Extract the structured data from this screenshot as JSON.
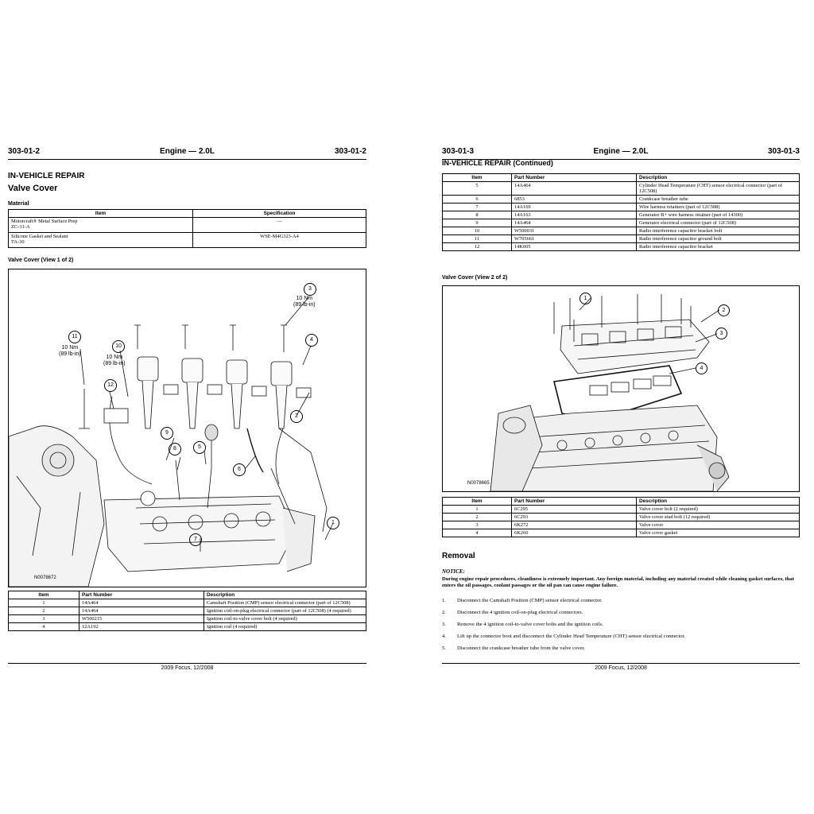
{
  "left_page": {
    "header": {
      "left": "303-01-2",
      "center": "Engine — 2.0L",
      "right": "303-01-2"
    },
    "section": "IN-VEHICLE REPAIR",
    "title": "Valve Cover",
    "material_caption": "Material",
    "material_table": {
      "columns": [
        "Item",
        "Specification"
      ],
      "rows": [
        {
          "item_line1": "Motorcraft® Metal Surface Prep",
          "item_line2": "ZC-31-A",
          "spec": "—"
        },
        {
          "item_line1": "Silicone Gasket and Sealant",
          "item_line2": "TA-30",
          "spec": "WSE-M4G323-A4"
        }
      ]
    },
    "figure_caption": "Valve Cover (View 1 of 2)",
    "figure": {
      "id": "N0078672",
      "callouts": [
        "1",
        "2",
        "3",
        "4",
        "5",
        "6",
        "7",
        "8",
        "9",
        "10",
        "11",
        "12"
      ],
      "torque_3": [
        "10 Nm",
        "(89 lb-in)"
      ],
      "torque_10": [
        "10 Nm",
        "(89 lb-in)"
      ],
      "torque_11": [
        "10 Nm",
        "(89 lb-in)"
      ]
    },
    "parts_table": {
      "columns": [
        "Item",
        "Part Number",
        "Description"
      ],
      "rows": [
        {
          "item": "1",
          "part": "14A464",
          "desc": "Camshaft Position (CMP) sensor electrical connector (part of 12C508)"
        },
        {
          "item": "2",
          "part": "14A464",
          "desc": "Ignition coil-on-plug electrical connector (part of 12C508) (4 required)"
        },
        {
          "item": "3",
          "part": "W500215",
          "desc": "Ignition coil-to-valve cover bolt (4 required)"
        },
        {
          "item": "4",
          "part": "12A192",
          "desc": "Ignition coil (4 required)"
        }
      ]
    },
    "footer": "2009 Focus, 12/2008"
  },
  "right_page": {
    "header": {
      "left": "303-01-3",
      "center": "Engine — 2.0L",
      "right": "303-01-3"
    },
    "section": "IN-VEHICLE REPAIR (Continued)",
    "parts_table_1": {
      "columns": [
        "Item",
        "Part Number",
        "Description"
      ],
      "rows": [
        {
          "item": "5",
          "part": "14A464",
          "desc": "Cylinder Head Temperature (CHT) sensor electrical connector (part of 12C508)"
        },
        {
          "item": "6",
          "part": "6853",
          "desc": "Crankcase breather tube"
        },
        {
          "item": "7",
          "part": "14A169",
          "desc": "Wire harness retainers (part of 12C508)"
        },
        {
          "item": "8",
          "part": "14A163",
          "desc": "Generator B+ wire harness retainer (part of 14300)"
        },
        {
          "item": "9",
          "part": "14A464",
          "desc": "Generator electrical connector (part of 12C508)"
        },
        {
          "item": "10",
          "part": "W500031",
          "desc": "Radio interference capacitor bracket bolt"
        },
        {
          "item": "11",
          "part": "W705661",
          "desc": "Radio interference capacitor ground bolt"
        },
        {
          "item": "12",
          "part": "14K005",
          "desc": "Radio interference capacitor bracket"
        }
      ]
    },
    "figure_caption": "Valve Cover (View 2 of 2)",
    "figure": {
      "id": "N0078665",
      "callouts": [
        "1",
        "2",
        "3",
        "4"
      ]
    },
    "parts_table_2": {
      "columns": [
        "Item",
        "Part Number",
        "Description"
      ],
      "rows": [
        {
          "item": "1",
          "part": "6C295",
          "desc": "Valve cover bolt (2 required)"
        },
        {
          "item": "2",
          "part": "6C293",
          "desc": "Valve cover stud bolt (12 required)"
        },
        {
          "item": "3",
          "part": "6K272",
          "desc": "Valve cover"
        },
        {
          "item": "4",
          "part": "6K260",
          "desc": "Valve cover gasket"
        }
      ]
    },
    "removal_title": "Removal",
    "notice_label": "NOTICE:",
    "notice_text": "During engine repair procedures, cleanliness is extremely important. Any foreign material, including any material created while cleaning gasket surfaces, that enters the oil passages, coolant passages or the oil pan can cause engine failure.",
    "steps": [
      {
        "num": "1.",
        "text": "Disconnect the Camshaft Position (CMP) sensor electrical connector."
      },
      {
        "num": "2.",
        "text": "Disconnect the 4 ignition coil-on-plug electrical connectors."
      },
      {
        "num": "3.",
        "text": "Remove the 4 ignition coil-to-valve cover bolts and the ignition coils."
      },
      {
        "num": "4.",
        "text": "Lift up the connector boot and disconnect the Cylinder Head Temperature (CHT) sensor electrical connector."
      },
      {
        "num": "5.",
        "text": "Disconnect the crankcase breather tube from the valve cover."
      }
    ],
    "footer": "2009 Focus, 12/2008"
  }
}
